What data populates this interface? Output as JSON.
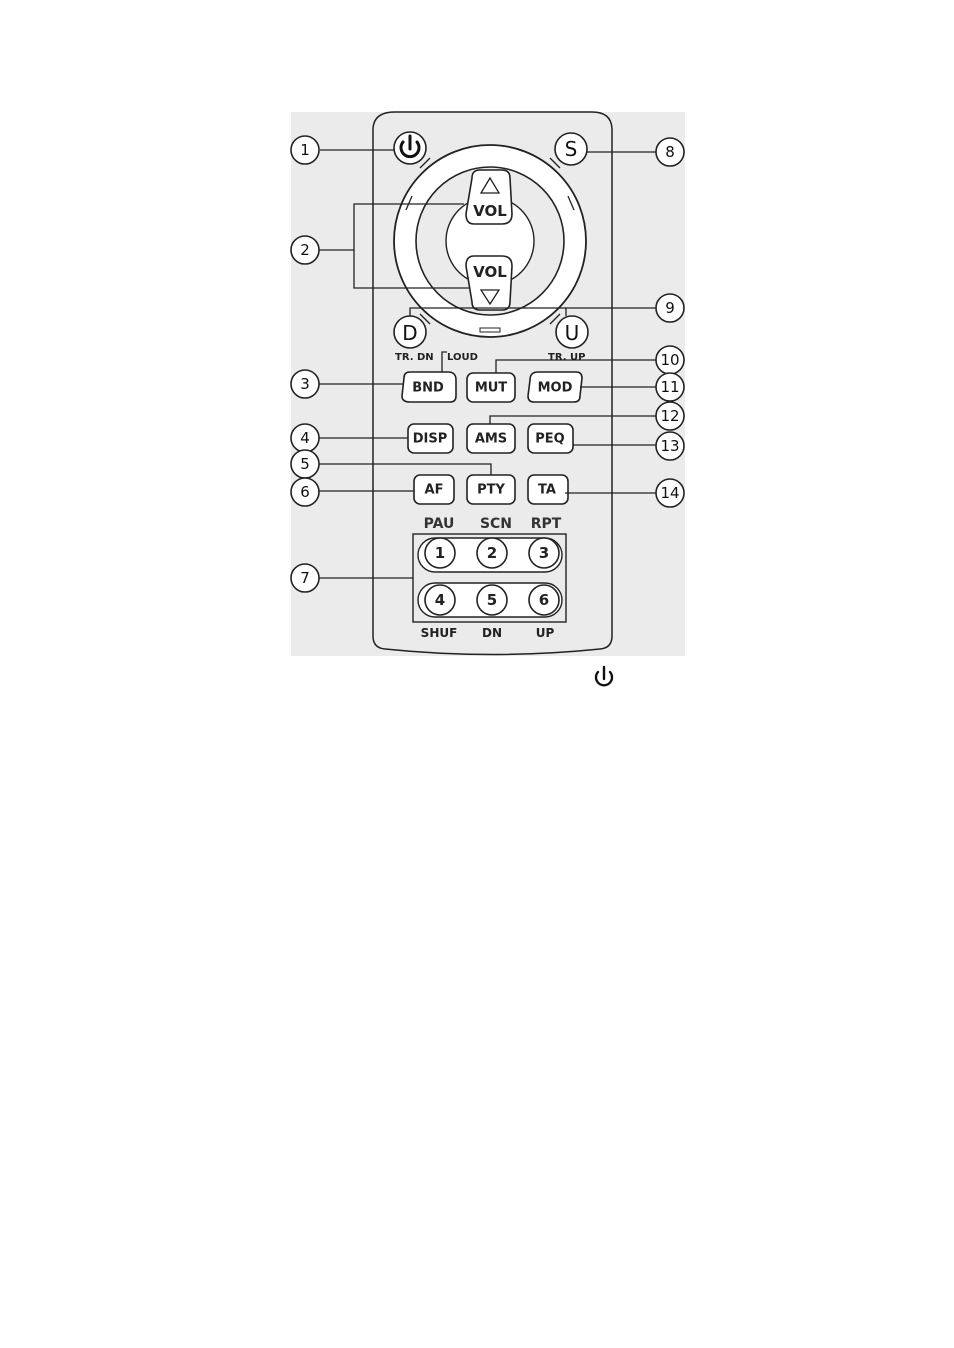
{
  "buttons": {
    "vol_up": "VOL",
    "vol_down": "VOL",
    "seek_down": "D",
    "seek_up": "U",
    "source": "S",
    "bnd": "BND",
    "mut": "MUT",
    "mod": "MOD",
    "disp": "DISP",
    "ams": "AMS",
    "peq": "PEQ",
    "af": "AF",
    "pty": "PTY",
    "ta": "TA"
  },
  "labels": {
    "tr_dn": "TR. DN",
    "loud": "LOUD",
    "tr_up": "TR. UP",
    "pau": "PAU",
    "scn": "SCN",
    "rpt": "RPT",
    "shuf": "SHUF",
    "dn": "DN",
    "up": "UP"
  },
  "preset_buttons": [
    "1",
    "2",
    "3",
    "4",
    "5",
    "6"
  ],
  "callouts": [
    "1",
    "2",
    "3",
    "4",
    "5",
    "6",
    "7",
    "8",
    "9",
    "10",
    "11",
    "12",
    "13",
    "14"
  ],
  "icons": {
    "power": "power-icon",
    "power_symbol_below": "power-icon"
  },
  "colors": {
    "body_fill": "#e9e9e9",
    "stroke": "#222222"
  }
}
